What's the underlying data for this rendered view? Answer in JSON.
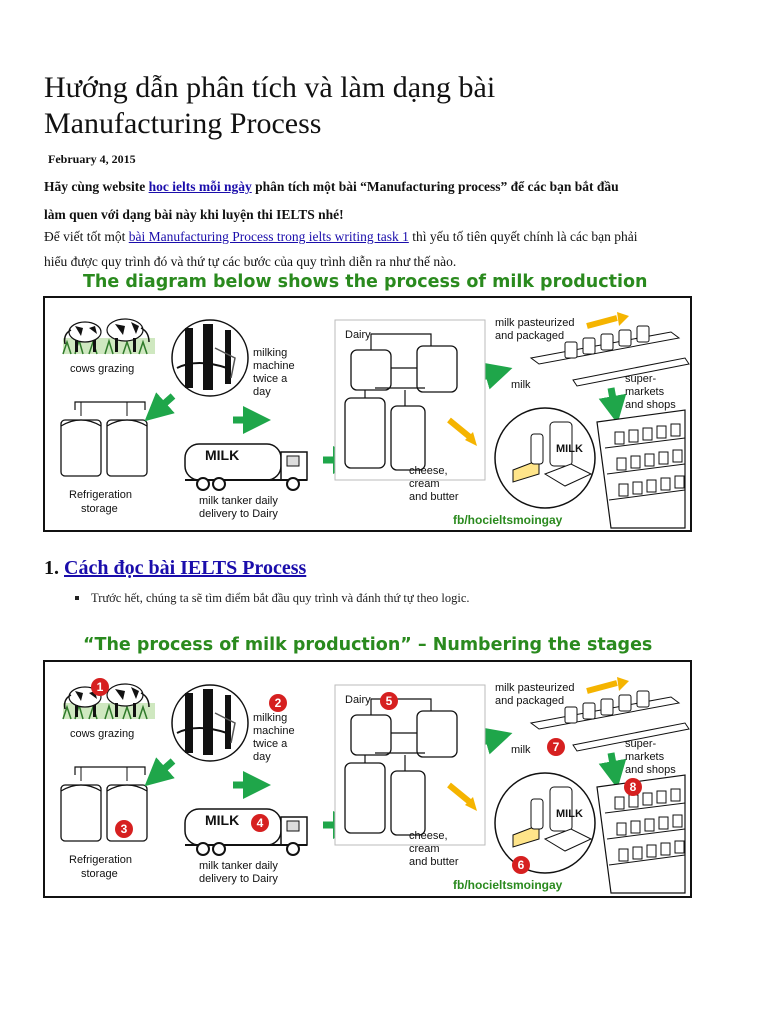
{
  "article": {
    "title_line1": "Hướng dẫn phân tích và làm dạng bài",
    "title_line2": "Manufacturing Process",
    "date": "February 4, 2015",
    "intro_part1": "Hãy cùng website ",
    "intro_link": "hoc ielts mỗi ngày",
    "intro_part2": " phân tích một bài “Manufacturing process” để các bạn bắt đầu",
    "intro_line2": "làm quen với dạng bài này khi luyện thi IELTS nhé!",
    "p2_part1": "Để viết tốt một ",
    "p2_link": "bài Manufacturing Process trong ielts writing task 1",
    "p2_part2": " thì yếu tố tiên quyết chính là các bạn phải",
    "p2_line2": "hiểu được quy trình đó và thứ tự các bước của quy trình diễn ra như thế nào."
  },
  "diagram1": {
    "heading": "The diagram below shows the process of milk production"
  },
  "diagram2": {
    "heading": "“The process of milk production” – Numbering the stages",
    "stage_numbers": [
      "1",
      "2",
      "3",
      "4",
      "5",
      "6",
      "7",
      "8"
    ]
  },
  "diagram_labels": {
    "cows": "cows grazing",
    "milking_1": "milking",
    "milking_2": "machine",
    "milking_3": "twice a",
    "milking_4": "day",
    "dairy": "Dairy",
    "pasteurized_1": "milk pasteurized",
    "pasteurized_2": "and packaged",
    "milk": "milk",
    "super_1": "super-",
    "super_2": "markets",
    "super_3": "and shops",
    "refrig_1": "Refrigeration",
    "refrig_2": "storage",
    "tanker_sign": "MILK",
    "tanker_1": "milk tanker daily",
    "tanker_2": "delivery to Dairy",
    "cheese_1": "cheese,",
    "cheese_2": "cream",
    "cheese_3": "and butter",
    "carton": "MILK",
    "credit": "fb/hocieltsmoingay"
  },
  "section1": {
    "number": "1. ",
    "link": "Cách đọc bài IELTS Process",
    "bullet": "Trước hết, chúng ta sẽ tìm điểm bắt đầu quy trình và đánh thứ tự theo logic."
  },
  "colors": {
    "heading_green": "#2a8a1e",
    "arrow_green": "#1fa64a",
    "arrow_yellow": "#f5b400",
    "stage_red": "#d62020",
    "link_blue": "#1a0dab"
  }
}
